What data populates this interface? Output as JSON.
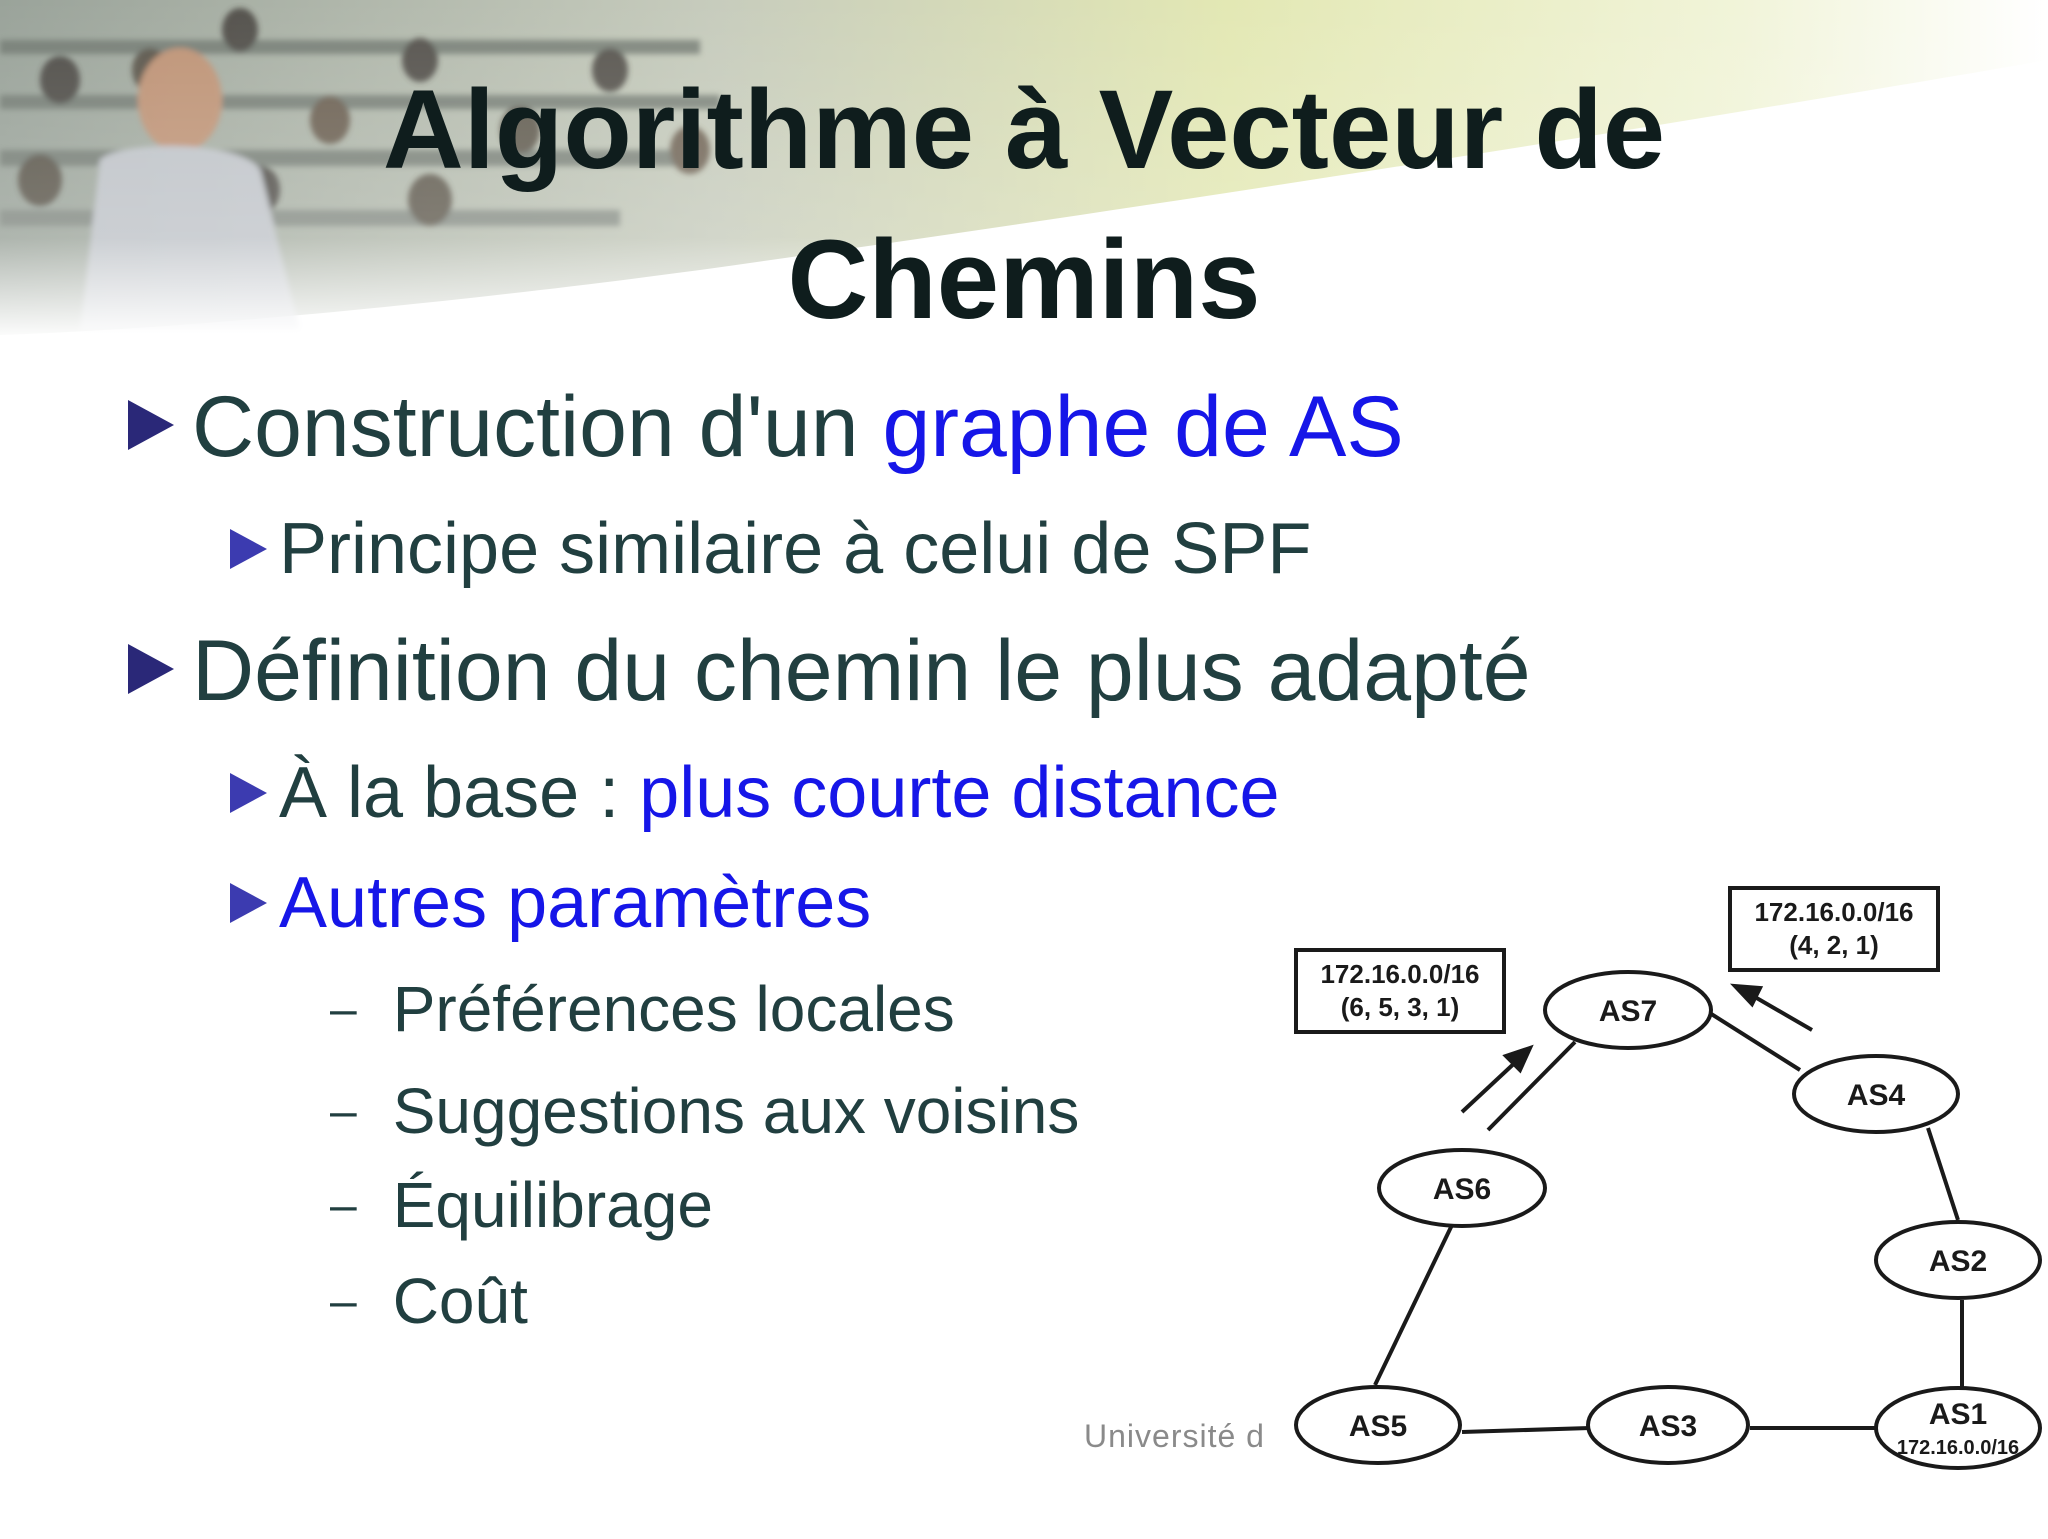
{
  "title": {
    "line1": "Algorithme à Vecteur de",
    "line2": "Chemins"
  },
  "bullets": {
    "b1": {
      "pre": "Construction d'un ",
      "highlight": "graphe de AS"
    },
    "b1_sub1": "Principe similaire à celui de SPF",
    "b2": "Définition du chemin le plus adapté",
    "b2_sub1": {
      "pre": "À la base : ",
      "highlight": "plus courte distance"
    },
    "b2_sub2": "Autres paramètres",
    "b2_sub2_items": [
      "Préférences locales",
      "Suggestions aux voisins",
      "Équilibrage",
      "Coût"
    ],
    "dash": "–"
  },
  "footer": {
    "university": "Université d"
  },
  "diagram": {
    "nodes": {
      "as7": "AS7",
      "as4": "AS4",
      "as6": "AS6",
      "as2": "AS2",
      "as5": "AS5",
      "as3": "AS3",
      "as1": "AS1",
      "as1_prefix": "172.16.0.0/16"
    },
    "box_left": {
      "line1": "172.16.0.0/16",
      "line2": "(6, 5, 3, 1)"
    },
    "box_right": {
      "line1": "172.16.0.0/16",
      "line2": "(4, 2, 1)"
    }
  },
  "colors": {
    "title": "#0f1d1d",
    "text": "#213f40",
    "highlight": "#1616e8",
    "bullet_l1": "#2a2878",
    "bullet_l2": "#3c3bb0"
  }
}
